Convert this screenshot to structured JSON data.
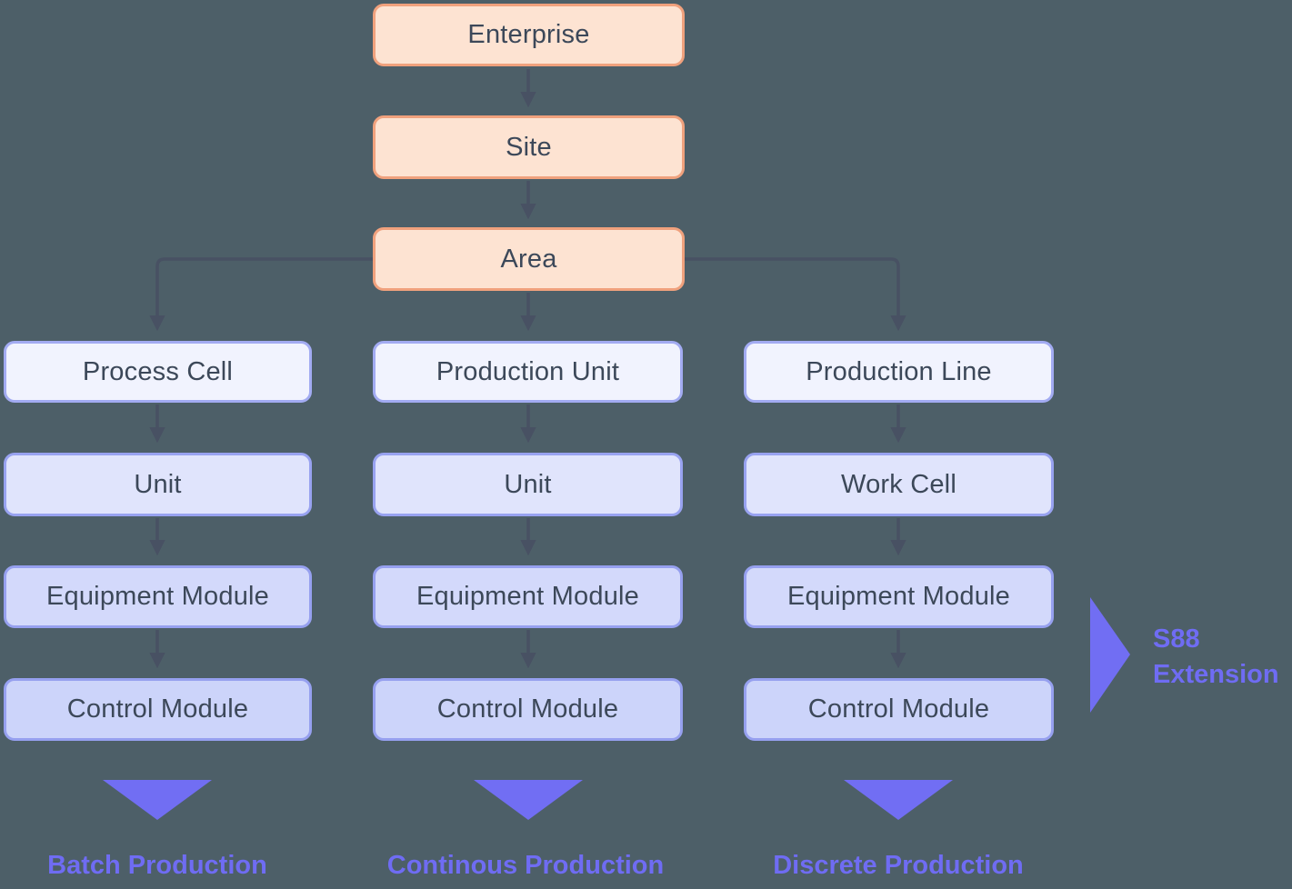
{
  "top": [
    "Enterprise",
    "Site",
    "Area"
  ],
  "columns": [
    {
      "levels": [
        "Process Cell",
        "Unit",
        "Equipment Module",
        "Control Module"
      ],
      "caption": "Batch Production"
    },
    {
      "levels": [
        "Production Unit",
        "Unit",
        "Equipment Module",
        "Control Module"
      ],
      "caption": "Continous Production"
    },
    {
      "levels": [
        "Production Line",
        "Work Cell",
        "Equipment Module",
        "Control Module"
      ],
      "caption": "Discrete Production"
    }
  ],
  "annotation": {
    "label": "S88 Extension"
  },
  "colors": {
    "background": "#4d5f68",
    "peach_fill": "#fde3d2",
    "peach_border": "#f0a17d",
    "lavender_fill": "#ccd4fa",
    "lavender_border": "#96a0ef",
    "accent_purple": "#6f6cf3",
    "connector": "#485163"
  }
}
